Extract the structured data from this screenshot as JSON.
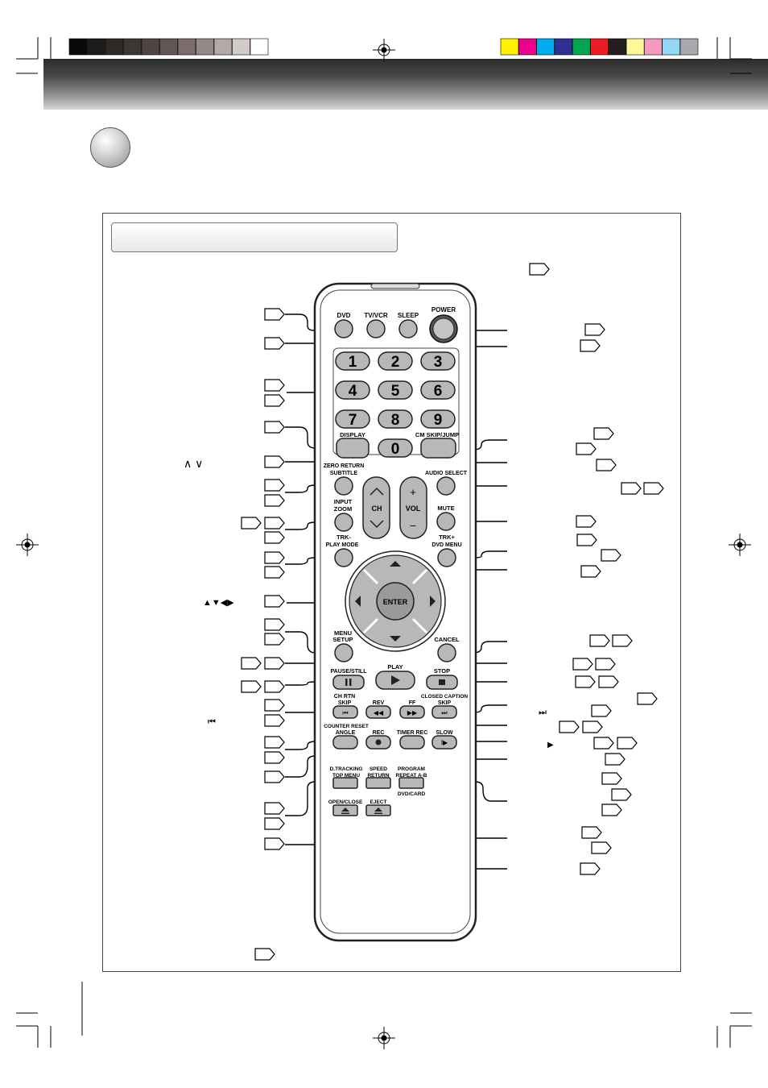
{
  "color_bars": {
    "grayscale": [
      "#0a0a0a",
      "#1c1c1c",
      "#2e2a28",
      "#3e3633",
      "#4f4542",
      "#625653",
      "#7a6d6a",
      "#958a87",
      "#b3aaa7",
      "#d2cbc8",
      "#ffffff"
    ],
    "colors": [
      "#fff200",
      "#ec008c",
      "#00aeef",
      "#2e3192",
      "#00a651",
      "#ed1c24",
      "#231f20",
      "#fff799",
      "#f49ac1",
      "#8fd8f8",
      "#a7a9ac"
    ]
  },
  "remote": {
    "labels": {
      "dvd": "DVD",
      "tvvcr": "TV/VCR",
      "sleep": "SLEEP",
      "power": "POWER",
      "display": "DISPLAY",
      "cmskip": "CM SKIP/JUMP",
      "zero_return": "ZERO RETURN",
      "subtitle": "SUBTITLE",
      "audio_select": "AUDIO SELECT",
      "input": "INPUT",
      "zoom": "ZOOM",
      "mute": "MUTE",
      "ch": "CH",
      "vol": "VOL",
      "trk_minus": "TRK-",
      "play_mode": "PLAY MODE",
      "trk_plus": "TRK+",
      "dvd_menu": "DVD MENU",
      "enter": "ENTER",
      "menu": "MENU",
      "setup": "SETUP",
      "cancel": "CANCEL",
      "play": "PLAY",
      "pause_still": "PAUSE/STILL",
      "stop": "STOP",
      "ch_rtn": "CH RTN",
      "skip_l": "SKIP",
      "rev": "REV",
      "ff": "FF",
      "closed_caption": "CLOSED CAPTION",
      "skip_r": "SKIP",
      "counter_reset": "COUNTER RESET",
      "angle": "ANGLE",
      "rec": "REC",
      "timer_rec": "TIMER REC",
      "slow": "SLOW",
      "dtracking": "D.TRACKING",
      "top_menu": "TOP MENU",
      "speed": "SPEED",
      "return": "RETURN",
      "program": "PROGRAM",
      "repeat_ab": "REPEAT A-B",
      "dvd_card": "DVD/CARD",
      "open_close": "OPEN/CLOSE",
      "eject": "EJECT"
    },
    "digits": [
      "1",
      "2",
      "3",
      "4",
      "5",
      "6",
      "7",
      "8",
      "9",
      "0"
    ],
    "vol_plus": "+",
    "vol_minus": "–"
  },
  "callout_symbols": {
    "ch_arrows": "∧ ∨",
    "dpad_arrows": "▲▼◀▶",
    "skip_back": "⏮",
    "skip_fwd": "⏭",
    "slow": "▶"
  }
}
